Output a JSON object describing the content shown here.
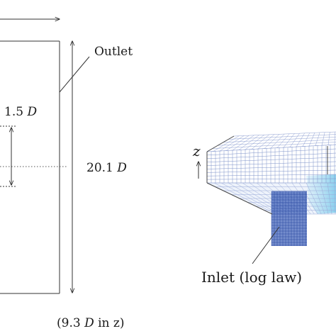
{
  "labels": {
    "outlet": "Outlet",
    "width_prefix": "1.5 ",
    "width_var": "D",
    "height_prefix": "20.1 ",
    "height_var": "D",
    "depth_open": "(9.3 ",
    "depth_var": "D",
    "depth_close": " in z)",
    "axis_z": "z",
    "inlet": "Inlet (log law)"
  },
  "colors": {
    "line": "#333333",
    "grid": "#7f93c9",
    "inlet_patch": "#3f5fb8",
    "flow": "#8fd0ec"
  }
}
